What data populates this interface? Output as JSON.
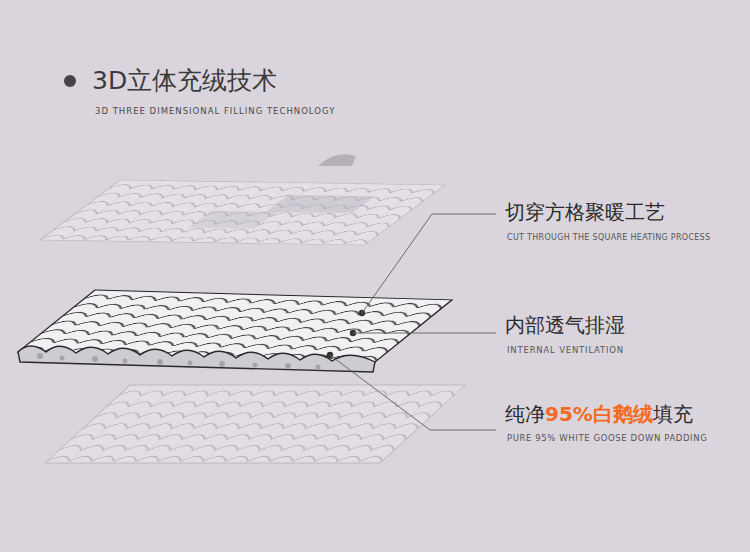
{
  "diagram": {
    "title": "3D立体充绒技术",
    "labels": [
      "3D THREE DIMENSIONAL FILLING TECHNOLOGY",
      "切穿方格聚暖工艺",
      "CUT THROUGH THE SQUARE HEATING PROCESS",
      "内部透气排湿",
      "INTERNAL VENTILATION",
      "纯净",
      "95%白鹅绒",
      "填充",
      "PURE 95% WHITE GOOSE DOWN PADDING"
    ]
  }
}
